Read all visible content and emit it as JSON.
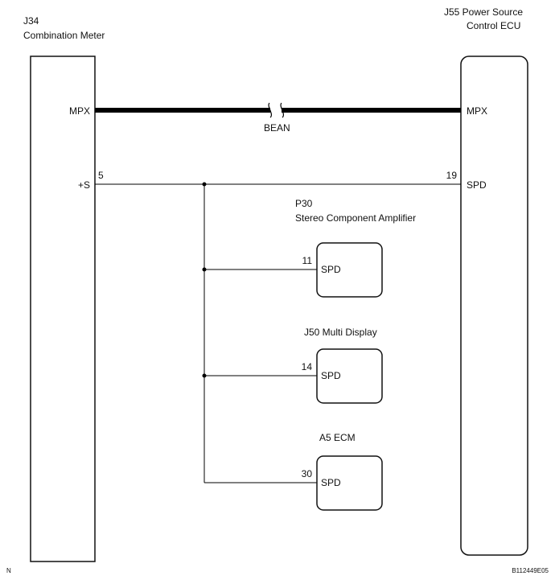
{
  "components": {
    "j34": {
      "code": "J34",
      "name": "Combination Meter",
      "pin_mpx": "MPX",
      "pin_s_label": "+S",
      "pin_s_num": "5"
    },
    "j55": {
      "code": "J55  Power Source",
      "name": "Control ECU",
      "pin_mpx": "MPX",
      "pin_spd_label": "SPD",
      "pin_spd_num": "19"
    },
    "p30": {
      "code": "P30",
      "name": "Stereo Component Amplifier",
      "pin_num": "11",
      "pin_label": "SPD"
    },
    "j50": {
      "title": "J50  Multi Display",
      "pin_num": "14",
      "pin_label": "SPD"
    },
    "a5": {
      "title": "A5   ECM",
      "pin_num": "30",
      "pin_label": "SPD"
    }
  },
  "bus": {
    "label": "BEAN"
  },
  "footer": {
    "left": "N",
    "right": "B112449E05"
  }
}
